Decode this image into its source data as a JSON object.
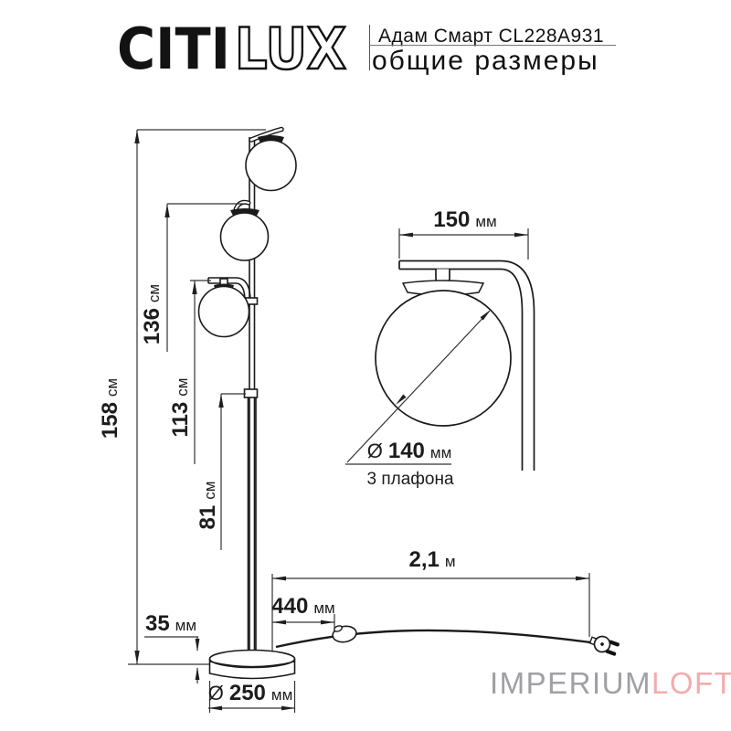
{
  "header": {
    "brand": {
      "part1": "CITI",
      "part2": "LUX"
    },
    "model": "Адам Смарт CL228A931",
    "subtitle": "общие размеры"
  },
  "diagram": {
    "overall_dims": {
      "height_total": {
        "value": "158",
        "unit": "см"
      },
      "height_middle_globe": {
        "value": "136",
        "unit": "см"
      },
      "height_lower_globe": {
        "value": "113",
        "unit": "см"
      },
      "height_pole_joint": {
        "value": "81",
        "unit": "см"
      },
      "base_thickness": {
        "value": "35",
        "unit": "мм"
      },
      "base_diameter": {
        "prefix": "Ø",
        "value": "250",
        "unit": "мм"
      }
    },
    "head_detail": {
      "arm_length": {
        "value": "150",
        "unit": "мм"
      },
      "globe_diameter": {
        "prefix": "Ø",
        "value": "140",
        "unit": "мм"
      },
      "globe_count_note": "3 плафона"
    },
    "cable": {
      "length": {
        "value": "2,1",
        "unit": "м"
      },
      "switch_distance": {
        "value": "440",
        "unit": "мм"
      }
    }
  },
  "watermark": {
    "part1": "IMPERIUM",
    "part2": "LOFT"
  },
  "colors": {
    "line": "#1a1a1a",
    "dimension_line": "#333333",
    "watermark_gray": "#9fa0a4",
    "watermark_pink": "#f2abad"
  }
}
